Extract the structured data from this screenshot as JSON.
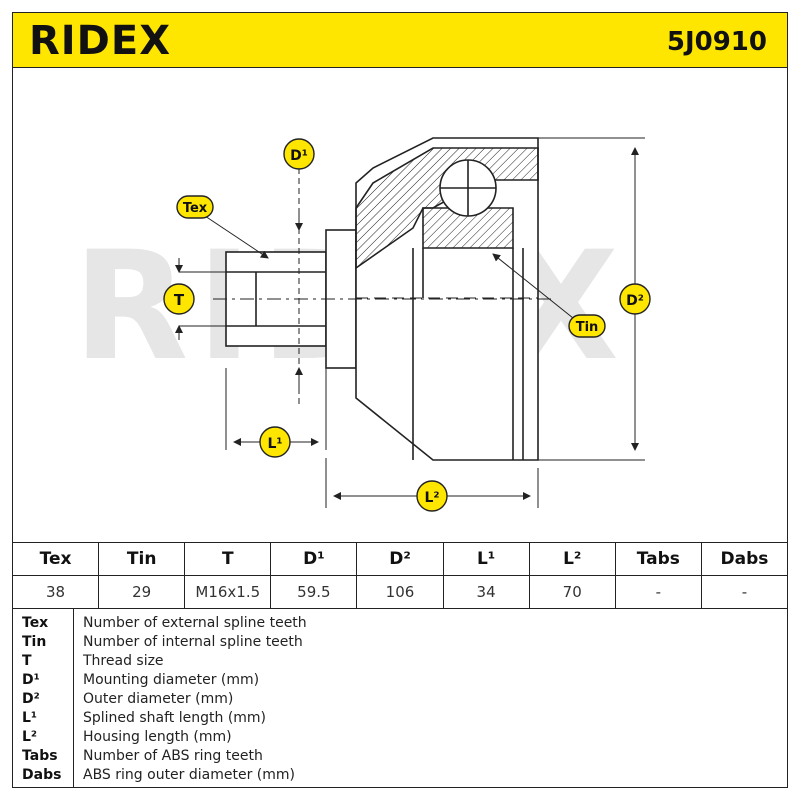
{
  "header": {
    "brand": "RIDEX",
    "part_number": "5J0910"
  },
  "diagram": {
    "watermark": "RIDEX",
    "labels": {
      "tex": "Tex",
      "tin": "Tin",
      "t": "T",
      "d1": "D¹",
      "d2": "D²",
      "l1": "L¹",
      "l2": "L²"
    }
  },
  "spec_table": {
    "headers": [
      "Tex",
      "Tin",
      "T",
      "D¹",
      "D²",
      "L¹",
      "L²",
      "Tabs",
      "Dabs"
    ],
    "values": [
      "38",
      "29",
      "M16x1.5",
      "59.5",
      "106",
      "34",
      "70",
      "-",
      "-"
    ]
  },
  "legend": [
    {
      "key": "Tex",
      "desc": "Number of external spline teeth"
    },
    {
      "key": "Tin",
      "desc": "Number of internal spline teeth"
    },
    {
      "key": "T",
      "desc": "Thread size"
    },
    {
      "key": "D¹",
      "desc": "Mounting diameter (mm)"
    },
    {
      "key": "D²",
      "desc": "Outer diameter (mm)"
    },
    {
      "key": "L¹",
      "desc": "Splined shaft length (mm)"
    },
    {
      "key": "L²",
      "desc": "Housing length (mm)"
    },
    {
      "key": "Tabs",
      "desc": "Number of ABS ring teeth"
    },
    {
      "key": "Dabs",
      "desc": "ABS ring outer diameter (mm)"
    }
  ],
  "colors": {
    "brand_yellow": "#ffe600",
    "label_yellow": "#ffe600",
    "watermark_gray": "#e6e6e6"
  }
}
